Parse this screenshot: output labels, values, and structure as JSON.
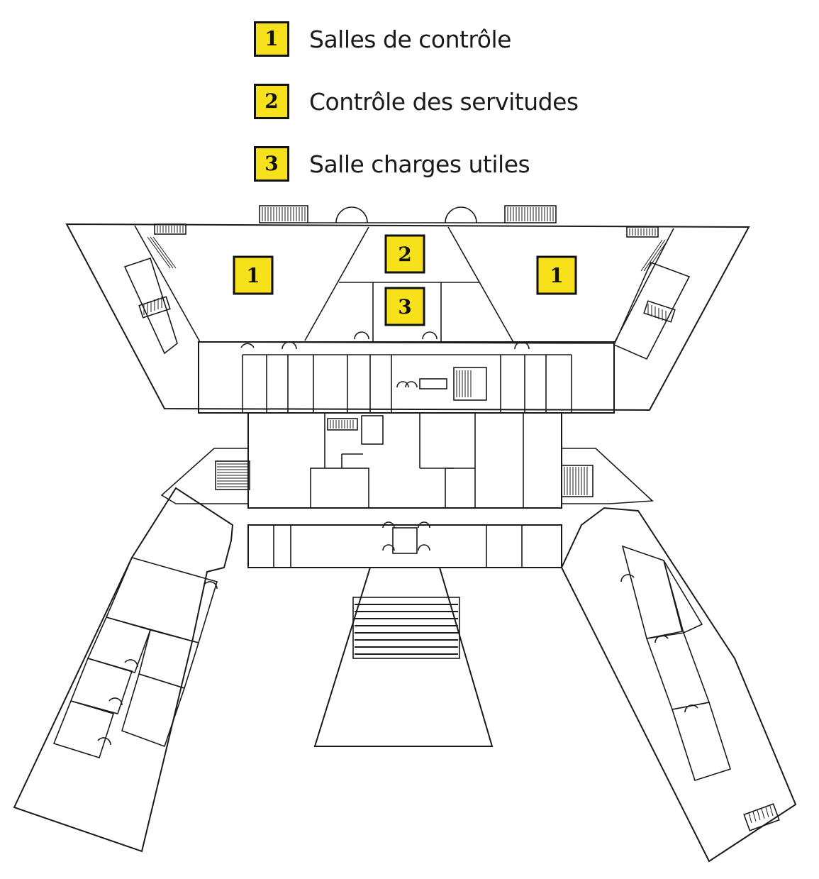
{
  "legend": [
    {
      "number": "1",
      "label": "Salles de contrôle"
    },
    {
      "number": "2",
      "label": "Contrôle des servitudes"
    },
    {
      "number": "3",
      "label": "Salle charges utiles"
    }
  ],
  "room_labels": [
    {
      "number": "1",
      "room": "left-control-room"
    },
    {
      "number": "2",
      "room": "services-control"
    },
    {
      "number": "3",
      "room": "payload-room"
    },
    {
      "number": "1",
      "room": "right-control-room"
    }
  ],
  "colors": {
    "label_fill": "#f7e11a",
    "wall": "#1a1a1a",
    "background": "#ffffff"
  }
}
